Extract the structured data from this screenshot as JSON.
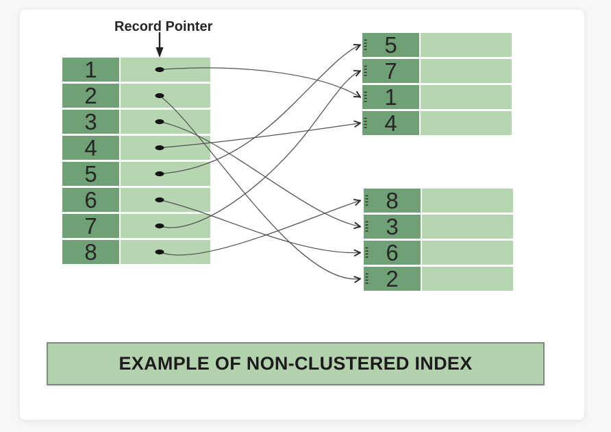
{
  "labels": {
    "record_pointer": "Record Pointer"
  },
  "banner": {
    "text": "EXAMPLE OF NON-CLUSTERED INDEX"
  },
  "index_table": {
    "keys": [
      "1",
      "2",
      "3",
      "4",
      "5",
      "6",
      "7",
      "8"
    ]
  },
  "data_pages": [
    {
      "name": "data-page-top",
      "keys": [
        "5",
        "7",
        "1",
        "4"
      ]
    },
    {
      "name": "data-page-bottom",
      "keys": [
        "8",
        "3",
        "6",
        "2"
      ]
    }
  ],
  "record_pointers": [
    {
      "key": "1",
      "page": 0,
      "row": 2
    },
    {
      "key": "2",
      "page": 1,
      "row": 3
    },
    {
      "key": "3",
      "page": 1,
      "row": 1
    },
    {
      "key": "4",
      "page": 0,
      "row": 3
    },
    {
      "key": "5",
      "page": 0,
      "row": 0
    },
    {
      "key": "6",
      "page": 1,
      "row": 2
    },
    {
      "key": "7",
      "page": 0,
      "row": 1
    },
    {
      "key": "8",
      "page": 1,
      "row": 0
    }
  ],
  "colors": {
    "key_cell": "#70a075",
    "value_cell": "#b8d5b1",
    "banner_bg": "#b4d1ad",
    "banner_border": "#7e8b7e",
    "curve": "#505050",
    "ink": "#262626",
    "card_bg": "#ffffff"
  }
}
